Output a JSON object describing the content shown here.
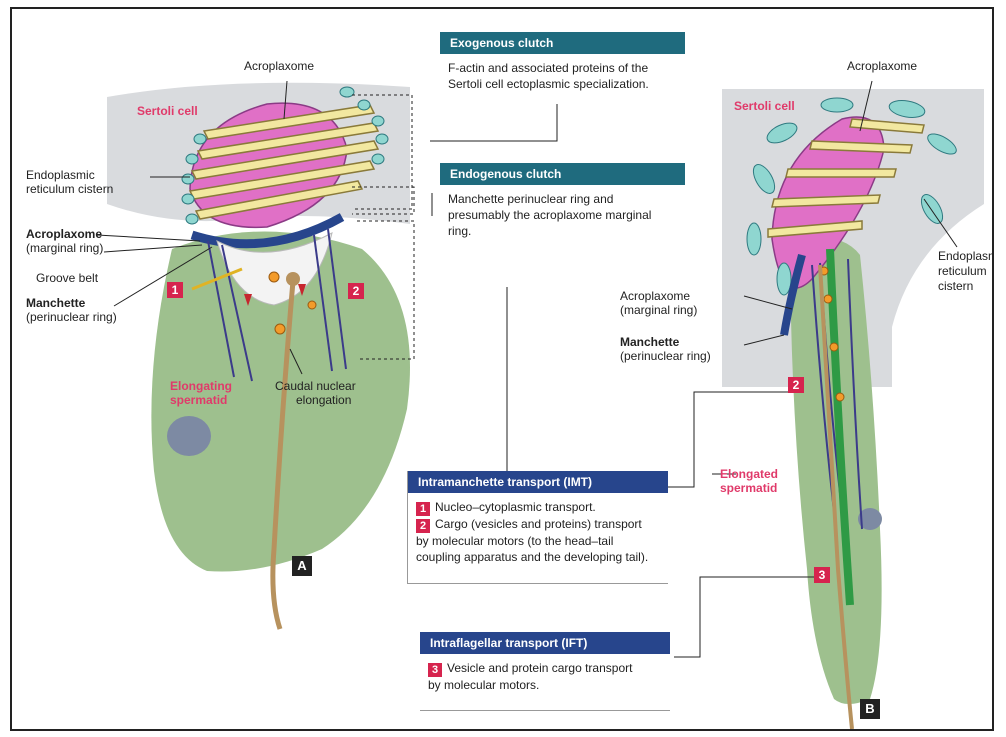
{
  "panel_a": {
    "letter": "A",
    "sertoli": "Sertoli cell",
    "acroplaxome": "Acroplaxome",
    "er_1": "Endoplasmic",
    "er_2": "reticulum cistern",
    "acro_ring_title": "Acroplaxome",
    "acro_ring_sub": "(marginal ring)",
    "groove": "Groove belt",
    "manchette_title": "Manchette",
    "manchette_sub": "(perinuclear ring)",
    "spermatid_1": "Elongating",
    "spermatid_2": "spermatid",
    "caudal_1": "Caudal nuclear",
    "caudal_2": "elongation",
    "badge1": "1",
    "badge2": "2"
  },
  "panel_b": {
    "letter": "B",
    "sertoli": "Sertoli cell",
    "acroplaxome": "Acroplaxome",
    "er_1": "Endoplasmic",
    "er_2": "reticulum",
    "er_3": "cistern",
    "acro_ring_title": "Acroplaxome",
    "acro_ring_sub": "(marginal ring)",
    "manchette_title": "Manchette",
    "manchette_sub": "(perinuclear ring)",
    "spermatid_1": "Elongated",
    "spermatid_2": "spermatid",
    "badge2": "2",
    "badge3": "3"
  },
  "boxes": {
    "exogenous": {
      "title": "Exogenous clutch",
      "line1": "F-actin and associated proteins of the",
      "line2": "Sertoli cell ectoplasmic specialization."
    },
    "endogenous": {
      "title": "Endogenous clutch",
      "line1": "Manchette perinuclear ring and",
      "line2": "presumably the acroplaxome marginal",
      "line3": "ring."
    },
    "imt": {
      "title": "Intramanchette transport (IMT)",
      "n1": "1",
      "item1": "Nucleo–cytoplasmic transport.",
      "n2": "2",
      "item2a": "Cargo (vesicles and proteins) transport",
      "item2b": "by molecular motors (to the head–tail",
      "item2c": "coupling apparatus and the developing tail)."
    },
    "ift": {
      "title": "Intraflagellar transport (IFT)",
      "n3": "3",
      "item3a": "Vesicle and protein cargo transport",
      "item3b": "by molecular motors."
    }
  },
  "colors": {
    "sertoli_gray": "#d9dbde",
    "spermatid_green": "#9ec08e",
    "acroplaxome_pink": "#e070c6",
    "er_yellow": "#f2e8a0",
    "vesicle_cyan": "#8fd6d0",
    "manchette_navy": "#27458c",
    "clutch_teal": "#1f6b7e",
    "badge_red": "#d6244e",
    "tail_tan": "#b7925e"
  }
}
